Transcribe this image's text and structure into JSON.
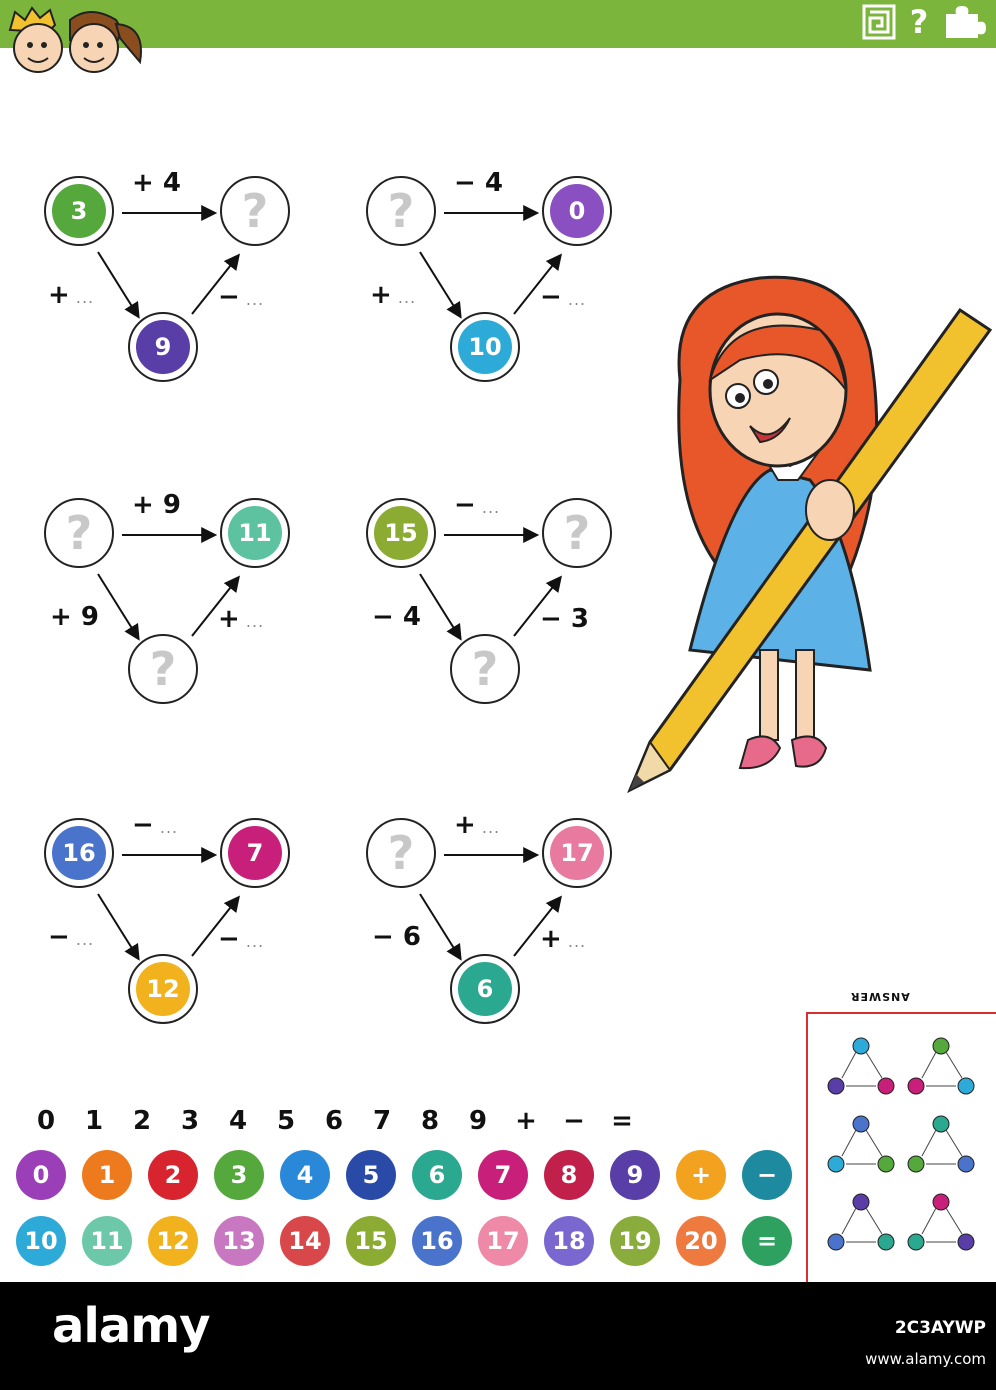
{
  "puzzles": [
    {
      "top": {
        "value": "3",
        "color": "#55a83c"
      },
      "right": {
        "value": "?",
        "color": ""
      },
      "bottom": {
        "value": "9",
        "color": "#5a3ea8"
      },
      "top_op": "+ 4",
      "left_op": "+",
      "left_dots": "...",
      "right_op": "−",
      "right_dots": "..."
    },
    {
      "top": {
        "value": "?",
        "color": ""
      },
      "right": {
        "value": "0",
        "color": "#8a4fc0"
      },
      "bottom": {
        "value": "10",
        "color": "#2eaad8"
      },
      "top_op": "− 4",
      "left_op": "+",
      "left_dots": "...",
      "right_op": "−",
      "right_dots": "..."
    },
    {
      "top": {
        "value": "?",
        "color": ""
      },
      "right": {
        "value": "11",
        "color": "#5cc2a0"
      },
      "bottom": {
        "value": "?",
        "color": ""
      },
      "top_op": "+ 9",
      "left_op": "+ 9",
      "left_dots": "",
      "right_op": "+",
      "right_dots": "..."
    },
    {
      "top": {
        "value": "15",
        "color": "#8cab32"
      },
      "right": {
        "value": "?",
        "color": ""
      },
      "bottom": {
        "value": "?",
        "color": ""
      },
      "top_op": "−",
      "top_dots": "...",
      "left_op": "− 4",
      "left_dots": "",
      "right_op": "− 3",
      "right_dots": ""
    },
    {
      "top": {
        "value": "16",
        "color": "#4a74cc"
      },
      "right": {
        "value": "7",
        "color": "#c8207a"
      },
      "bottom": {
        "value": "12",
        "color": "#f2b21e"
      },
      "top_op": "−",
      "top_dots": "...",
      "left_op": "−",
      "left_dots": "...",
      "right_op": "−",
      "right_dots": "..."
    },
    {
      "top": {
        "value": "?",
        "color": ""
      },
      "right": {
        "value": "17",
        "color": "#e87aa0"
      },
      "bottom": {
        "value": "6",
        "color": "#2aa890"
      },
      "top_op": "+",
      "top_dots": "...",
      "left_op": "− 6",
      "left_dots": "",
      "right_op": "+",
      "right_dots": "..."
    }
  ],
  "reference_symbols": [
    "0",
    "1",
    "2",
    "3",
    "4",
    "5",
    "6",
    "7",
    "8",
    "9",
    "+",
    "−",
    "="
  ],
  "balls_row1": [
    {
      "label": "0",
      "color": "#9b3fb8"
    },
    {
      "label": "1",
      "color": "#ee7a1e"
    },
    {
      "label": "2",
      "color": "#d8242e"
    },
    {
      "label": "3",
      "color": "#55a83c"
    },
    {
      "label": "4",
      "color": "#2a88d8"
    },
    {
      "label": "5",
      "color": "#2a4aa8"
    },
    {
      "label": "6",
      "color": "#2aa890"
    },
    {
      "label": "7",
      "color": "#c8207a"
    },
    {
      "label": "8",
      "color": "#c0204a"
    },
    {
      "label": "9",
      "color": "#5a3ea8"
    },
    {
      "label": "+",
      "color": "#f2a21e"
    },
    {
      "label": "−",
      "color": "#1e8aa0"
    }
  ],
  "balls_row2": [
    {
      "label": "10",
      "color": "#2eaad8"
    },
    {
      "label": "11",
      "color": "#6cc8a8"
    },
    {
      "label": "12",
      "color": "#f2b21e"
    },
    {
      "label": "13",
      "color": "#c878c0"
    },
    {
      "label": "14",
      "color": "#d8484a"
    },
    {
      "label": "15",
      "color": "#8cab32"
    },
    {
      "label": "16",
      "color": "#4a74cc"
    },
    {
      "label": "17",
      "color": "#ee8aa8"
    },
    {
      "label": "18",
      "color": "#7a68d0"
    },
    {
      "label": "19",
      "color": "#8aac3c"
    },
    {
      "label": "20",
      "color": "#ee7a40"
    },
    {
      "label": "=",
      "color": "#2ea060"
    }
  ],
  "answer_title": "ANSWER",
  "watermark": {
    "brand": "alamy",
    "image_id": "2C3AYWP",
    "url": "www.alamy.com"
  },
  "colors": {
    "header_green": "#7bb53c",
    "question_gray": "#c8c8c8",
    "answer_border": "#d83030"
  },
  "icons": [
    "maze-icon",
    "question-mark-icon",
    "puzzle-piece-icon"
  ]
}
